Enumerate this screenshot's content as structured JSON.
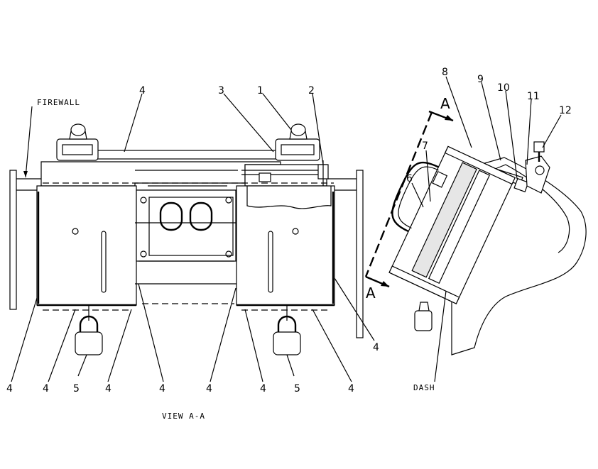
{
  "labels": {
    "firewall": "FIREWALL",
    "view": "VIEW  A-A",
    "dash": "DASH",
    "section_marker": "A"
  },
  "callouts": {
    "n1": "1",
    "n2": "2",
    "n3": "3",
    "n4": "4",
    "n5": "5",
    "n6": "6",
    "n7": "7",
    "n8": "8",
    "n9": "9",
    "n10": "10",
    "n11": "11",
    "n12": "12"
  }
}
